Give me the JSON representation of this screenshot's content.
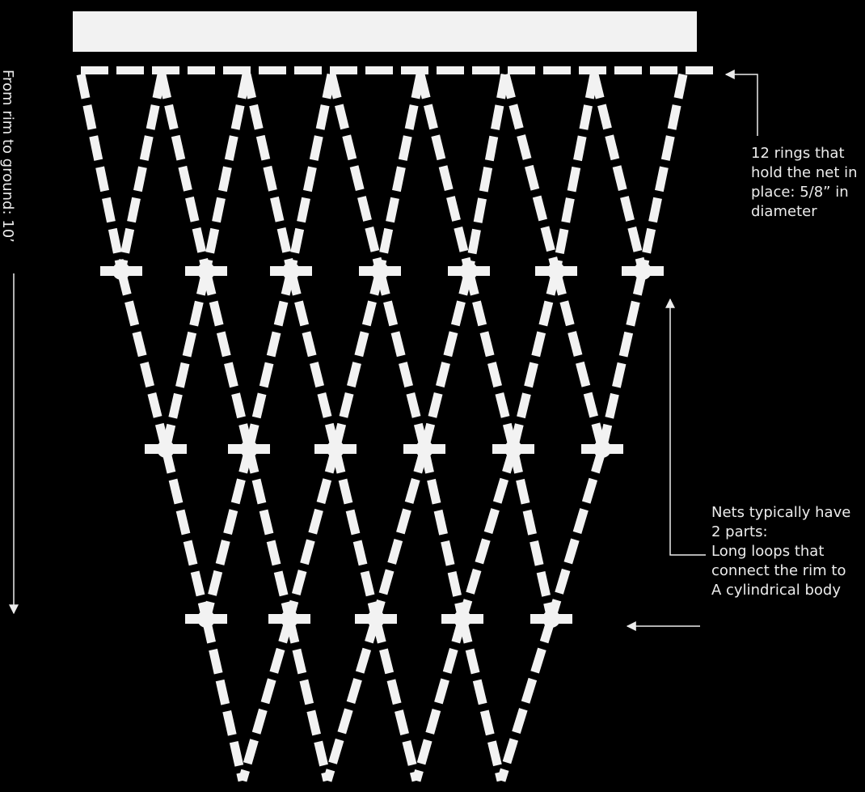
{
  "vertical_label": "From rim to ground: 10’",
  "ring_note": {
    "lines": [
      "12 rings that",
      "hold the net in",
      "place: 5/8” in",
      "diameter"
    ]
  },
  "parts_note": {
    "lines": [
      "Nets typically have",
      "2 parts:",
      "Long loops that",
      "connect the rim to",
      "A cylindrical body"
    ]
  },
  "colors": {
    "background": "#000000",
    "net": "#f2f2f2",
    "annotation": "#ececec"
  }
}
